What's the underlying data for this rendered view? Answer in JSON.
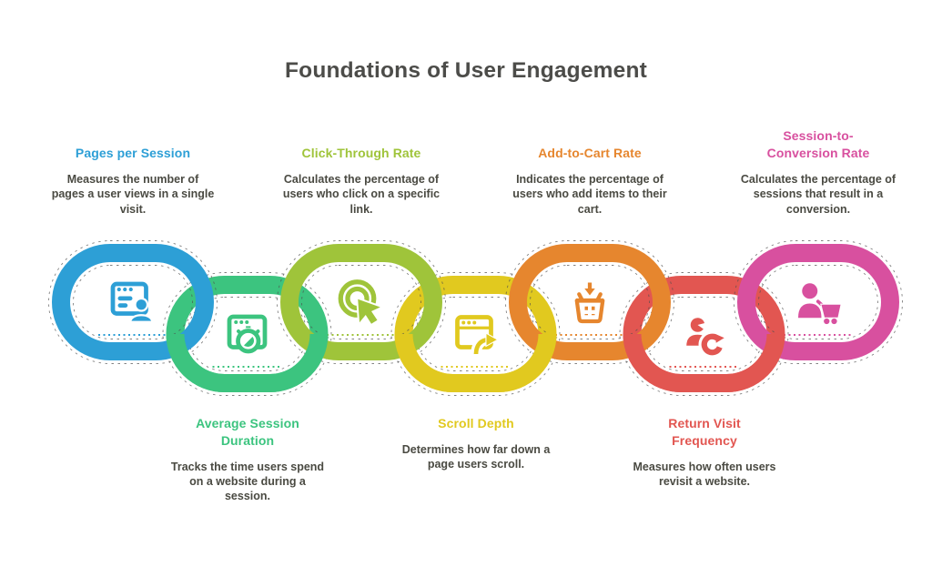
{
  "title": "Foundations of User Engagement",
  "background_color": "#ffffff",
  "title_color": "#4c4c49",
  "description_color": "#4a4a42",
  "links": [
    {
      "id": "pages-per-session",
      "row": "top",
      "color": "#2d9fd6",
      "title": "Pages per Session",
      "description": "Measures the number of pages a user views in a single visit.",
      "icon": "browser-user-icon"
    },
    {
      "id": "average-session-duration",
      "row": "bottom",
      "color": "#3cc47f",
      "title": "Average Session Duration",
      "description": "Tracks the time users spend on a website during a session.",
      "icon": "browser-stopwatch-icon"
    },
    {
      "id": "click-through-rate",
      "row": "top",
      "color": "#9fc43a",
      "title": "Click-Through Rate",
      "description": "Calculates the percentage of users who click on a specific link.",
      "icon": "click-cursor-icon"
    },
    {
      "id": "scroll-depth",
      "row": "bottom",
      "color": "#e1c91f",
      "title": "Scroll Depth",
      "description": "Determines how far down a page users scroll.",
      "icon": "browser-scroll-arrow-icon"
    },
    {
      "id": "add-to-cart-rate",
      "row": "top",
      "color": "#e6862e",
      "title": "Add-to-Cart Rate",
      "description": "Indicates the percentage of users who add items to their cart.",
      "icon": "basket-add-icon"
    },
    {
      "id": "return-visit-frequency",
      "row": "bottom",
      "color": "#e25651",
      "title": "Return Visit Frequency",
      "description": "Measures how often users revisit a website.",
      "icon": "user-refresh-icon"
    },
    {
      "id": "session-to-conversion-rate",
      "row": "top",
      "color": "#d8509f",
      "title": "Session-to-Conversion Rate",
      "description": "Calculates the percentage of sessions that result in a conversion.",
      "icon": "user-cart-icon"
    }
  ]
}
